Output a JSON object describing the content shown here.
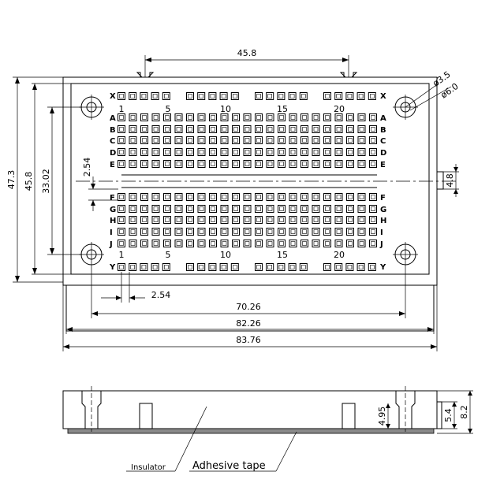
{
  "colors": {
    "line": "#000000",
    "background": "#ffffff",
    "tape": "#7a7a7a"
  },
  "row_letters": {
    "top": [
      "A",
      "B",
      "C",
      "D",
      "E"
    ],
    "bottom": [
      "F",
      "G",
      "H",
      "I",
      "J"
    ],
    "x_label": "X",
    "y_label": "Y"
  },
  "column_numbers": [
    "1",
    "5",
    "10",
    "15",
    "20"
  ],
  "dimensions": {
    "top_width": "45.8",
    "height_outer": "47.3",
    "height_inner": "45.8",
    "hole_span": "33.02",
    "row_gap": "2.54",
    "pitch": "2.54",
    "hole_centers": "70.26",
    "body_width": "82.26",
    "overall_width": "83.76",
    "tab_width": "4.8",
    "hole_small": "ø3.5",
    "hole_large": "ø6.0",
    "peg_height": "4.95",
    "side_tab": "5.4",
    "thickness": "8.2"
  },
  "labels": {
    "insulator": "Insulator",
    "adhesive": "Adhesive tape"
  }
}
